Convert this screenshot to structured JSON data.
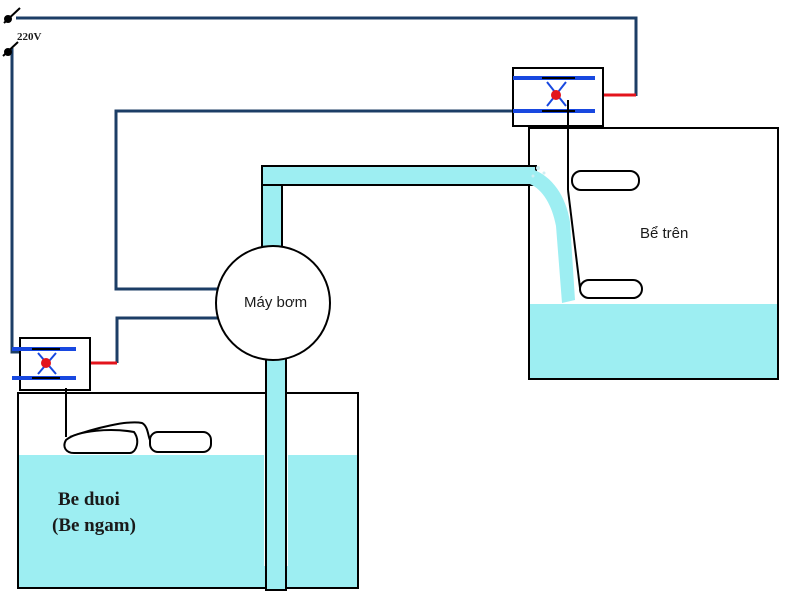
{
  "labels": {
    "voltage": "220V",
    "pump": "Máy bơm",
    "upper_tank": "Bể trên",
    "lower_tank_line1": "Be duoi",
    "lower_tank_line2": "(Be ngam)"
  },
  "colors": {
    "water": "#9DEEF2",
    "wire": "#1C3E66",
    "live_wire": "#E3141C",
    "contact": "#1848E0",
    "outline": "#000000"
  },
  "icons": [
    "plug-terminal-icon",
    "float-switch-icon",
    "float-icon"
  ]
}
